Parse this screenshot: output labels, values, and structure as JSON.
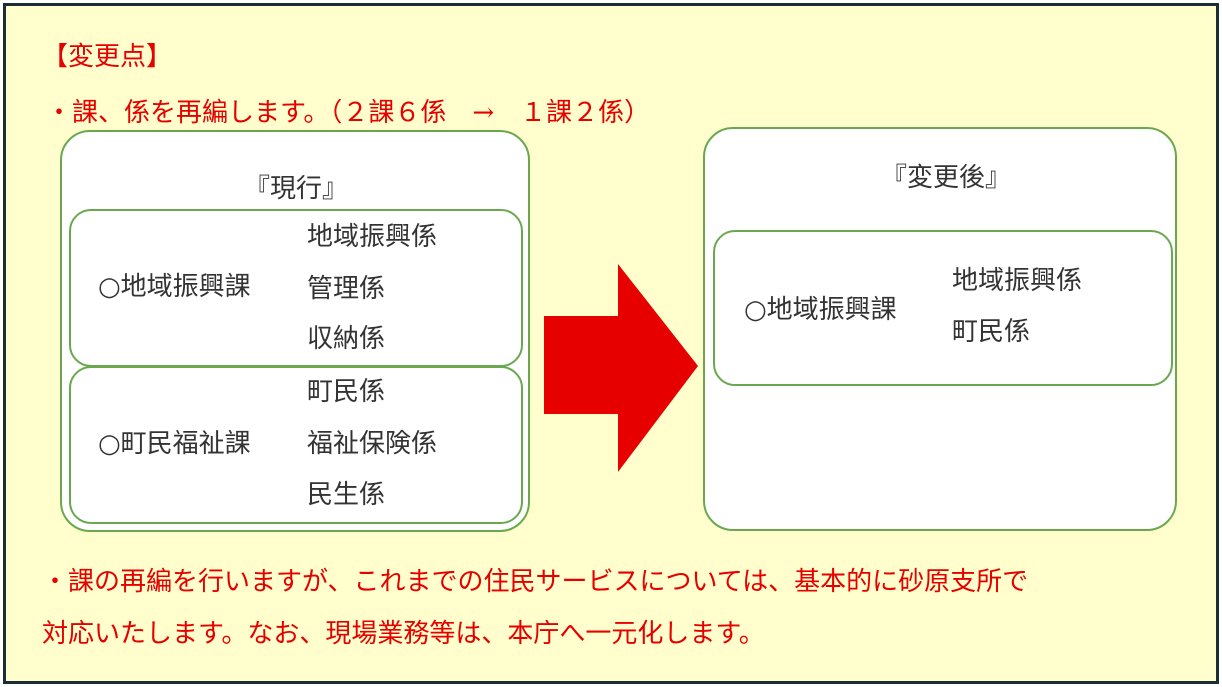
{
  "header": {
    "title": "【変更点】",
    "line1": "・課、係を再編します。（２課６係　→　１課２係）"
  },
  "current": {
    "heading": "『現行』",
    "departments": [
      {
        "name": "○地域振興課",
        "sections": [
          "地域振興係",
          "管理係",
          "収納係"
        ]
      },
      {
        "name": "○町民福祉課",
        "sections": [
          "町民係",
          "福祉保険係",
          "民生係"
        ]
      }
    ]
  },
  "after": {
    "heading": "『変更後』",
    "departments": [
      {
        "name": "○地域振興課",
        "sections": [
          "地域振興係",
          "町民係"
        ]
      }
    ]
  },
  "footer": {
    "line1": "・課の再編を行いますが、これまでの住民サービスについては、基本的に砂原支所で",
    "line2": "対応いたします。なお、現場業務等は、本庁へ一元化します。"
  },
  "colors": {
    "background": "#fffecc",
    "accent_text": "#e60000",
    "box_border": "#6aa84f",
    "arrow": "#e60000"
  }
}
